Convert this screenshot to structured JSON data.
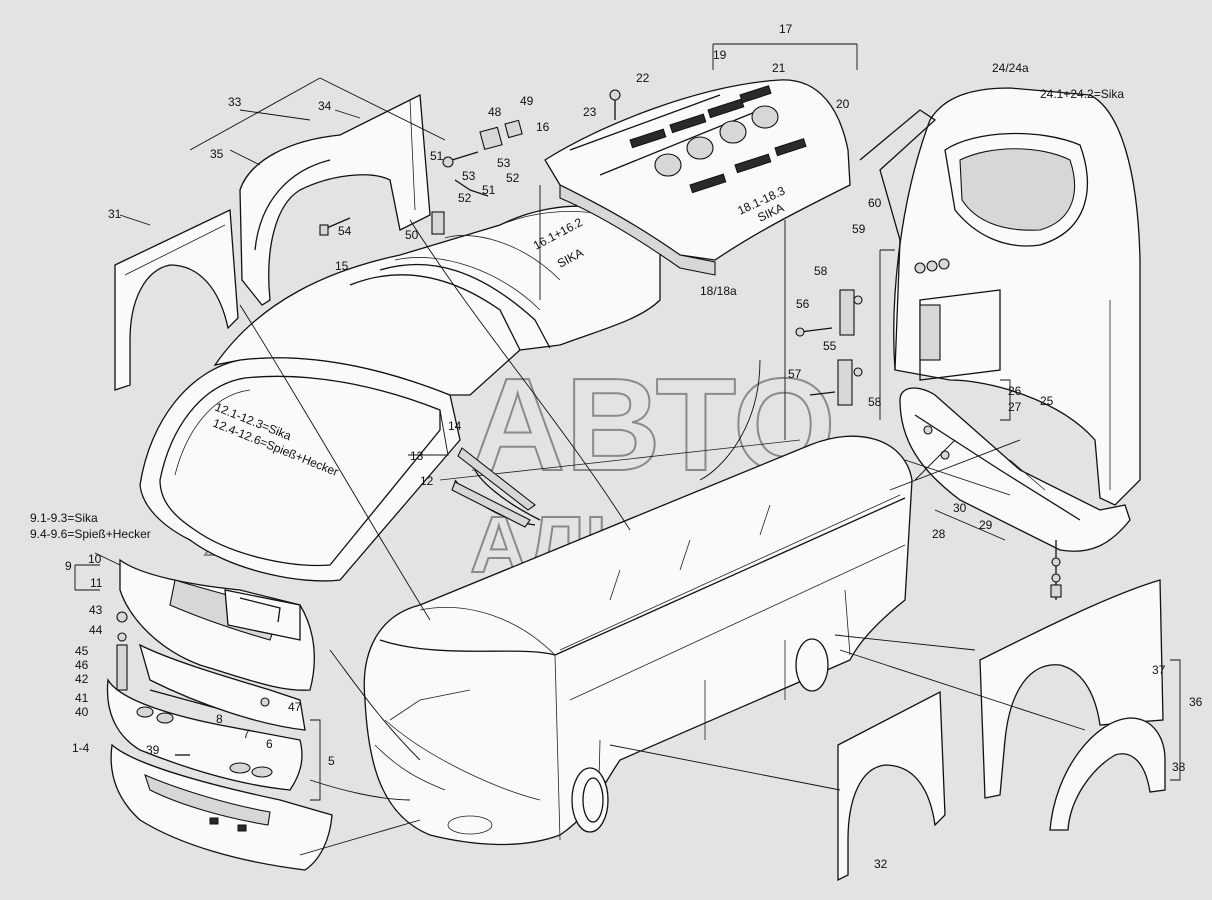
{
  "part_numbers": {
    "p1_4": "1-4",
    "p5": "5",
    "p6": "6",
    "p7": "7",
    "p8": "8",
    "p9": "9",
    "p10": "10",
    "p11": "11",
    "p12": "12",
    "p13": "13",
    "p14": "14",
    "p15": "15",
    "p16": "16",
    "p17": "17",
    "p18_18a": "18/18a",
    "p19": "19",
    "p20": "20",
    "p21": "21",
    "p22": "22",
    "p23": "23",
    "p24_24a": "24/24a",
    "p25": "25",
    "p26": "26",
    "p27": "27",
    "p28": "28",
    "p29": "29",
    "p30": "30",
    "p31": "31",
    "p32": "32",
    "p33": "33",
    "p34": "34",
    "p35": "35",
    "p36": "36",
    "p37": "37",
    "p38": "38",
    "p39": "39",
    "p40": "40",
    "p41": "41",
    "p42": "42",
    "p43": "43",
    "p44": "44",
    "p45": "45",
    "p46": "46",
    "p47": "47",
    "p48": "48",
    "p49": "49",
    "p50": "50",
    "p51a": "51",
    "p51b": "51",
    "p52a": "52",
    "p52b": "52",
    "p53a": "53",
    "p53b": "53",
    "p54": "54",
    "p55": "55",
    "p56": "56",
    "p57": "57",
    "p58a": "58",
    "p58b": "58",
    "p59": "59",
    "p60": "60"
  },
  "notes": {
    "sika_9": "9.1-9.3=Sika",
    "spiess_9": "9.4-9.6=Spieß+Hecker",
    "sika_24": "24.1+24.2=Sika",
    "sika_12": "12.1-12.3=Sika",
    "spiess_12": "12.4-12.6=Spieß+Hecker",
    "sika_16_line1": "16.1+16.2",
    "sika_16_line2": "SIKA",
    "sika_18_line1": "18.1-18.3",
    "sika_18_line2": "SIKA"
  },
  "watermark": {
    "line1": "АВТО",
    "line2": "АЛЬЯНС"
  }
}
